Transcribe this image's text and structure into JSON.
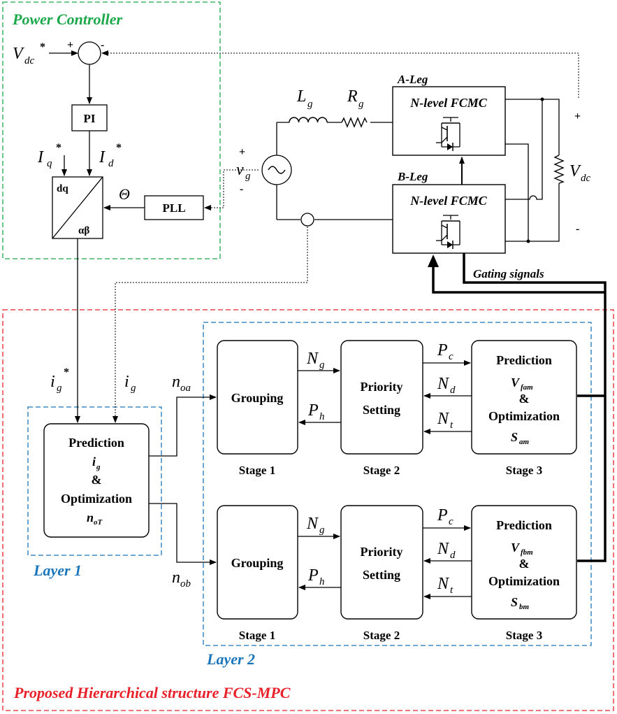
{
  "colors": {
    "power_box": "#1ba84a",
    "hier_box": "#e8202a",
    "layer_box": "#1b75bb"
  },
  "power_controller": {
    "title": "Power Controller",
    "vdc_ref_sym": "V",
    "vdc_ref_sub": "dc",
    "vdc_ref_sup": "*",
    "sum_plus": "+",
    "sum_minus": "-",
    "pi": "PI",
    "iq_sym": "I",
    "iq_sub": "q",
    "iq_sup": "*",
    "id_sym": "I",
    "id_sub": "d",
    "id_sup": "*",
    "dq": "dq",
    "ab": "αβ",
    "theta": "Θ",
    "pll": "PLL"
  },
  "circuit": {
    "a_leg": "A-Leg",
    "b_leg": "B-Leg",
    "fcmc_a": "N-level FCMC",
    "fcmc_b": "N-level FCMC",
    "lg_sym": "L",
    "lg_sub": "g",
    "rg_sym": "R",
    "rg_sub": "g",
    "vg_sym": "v",
    "vg_sub": "g",
    "vg_plus": "+",
    "vg_minus": "-",
    "vdc_sym": "V",
    "vdc_sub": "dc",
    "vdc_plus": "+",
    "vdc_minus": "-",
    "gating": "Gating signals"
  },
  "hierarchy": {
    "title": "Proposed Hierarchical structure FCS-MPC",
    "layer1": "Layer 1",
    "layer2": "Layer 2",
    "ig_ref_sym": "i",
    "ig_ref_sub": "g",
    "ig_ref_sup": "*",
    "ig_sym": "i",
    "ig_sub": "g",
    "pred_block": {
      "line1": "Prediction",
      "var_sym": "i",
      "var_sub": "g",
      "amp": "&",
      "line3": "Optimization",
      "out_sym": "n",
      "out_sub": "oT"
    },
    "noa_sym": "n",
    "noa_sub": "oa",
    "nob_sym": "n",
    "nob_sub": "ob",
    "rows": [
      {
        "grouping": "Grouping",
        "priority_1": "Priority",
        "priority_2": "Setting",
        "pred_1": "Prediction",
        "v_sym": "V",
        "v_sub": "fam",
        "amp": "&",
        "opt": "Optimization",
        "s_sym": "S",
        "s_sub": "am",
        "stage1": "Stage 1",
        "stage2": "Stage 2",
        "stage3": "Stage 3",
        "ng_sym": "N",
        "ng_sub": "g",
        "ph_sym": "P",
        "ph_sub": "h",
        "pc_sym": "P",
        "pc_sub": "c",
        "nd_sym": "N",
        "nd_sub": "d",
        "nt_sym": "N",
        "nt_sub": "t"
      },
      {
        "grouping": "Grouping",
        "priority_1": "Priority",
        "priority_2": "Setting",
        "pred_1": "Prediction",
        "v_sym": "V",
        "v_sub": "fbm",
        "amp": "&",
        "opt": "Optimization",
        "s_sym": "S",
        "s_sub": "bm",
        "stage1": "Stage 1",
        "stage2": "Stage 2",
        "stage3": "Stage 3",
        "ng_sym": "N",
        "ng_sub": "g",
        "ph_sym": "P",
        "ph_sub": "h",
        "pc_sym": "P",
        "pc_sub": "c",
        "nd_sym": "N",
        "nd_sub": "d",
        "nt_sym": "N",
        "nt_sub": "t"
      }
    ]
  }
}
